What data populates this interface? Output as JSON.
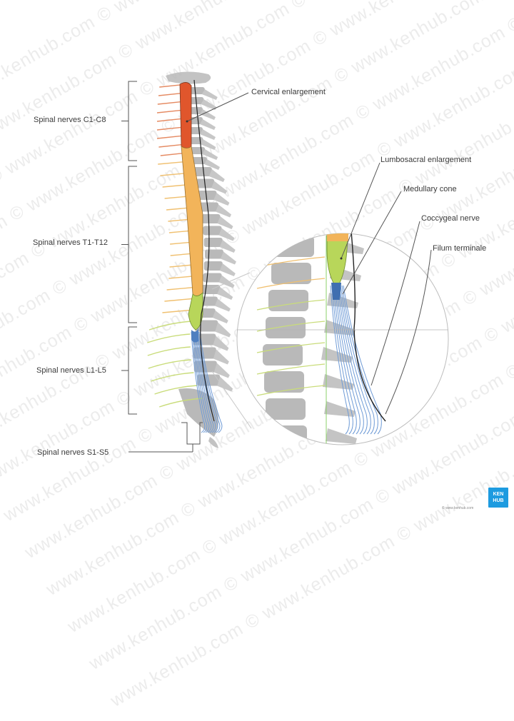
{
  "watermark": {
    "text": "www.kenhub.com © www.kenhub.com © www.kenhub.com © www.kenhub.com © www.kenhub.com ©"
  },
  "regions": [
    {
      "label": "Spinal nerves C1-C8"
    },
    {
      "label": "Spinal nerves T1-T12"
    },
    {
      "label": "Spinal nerves L1-L5"
    },
    {
      "label": "Spinal nerves S1-S5"
    }
  ],
  "callouts": [
    {
      "label": "Cervical enlargement"
    },
    {
      "label": "Lumbosacral enlargement"
    },
    {
      "label": "Medullary cone"
    },
    {
      "label": "Coccygeal nerve"
    },
    {
      "label": "Filum terminale"
    }
  ],
  "colors": {
    "cervical": "#e0562c",
    "thoracic": "#f2b45a",
    "lumbar": "#b8d65a",
    "sacral": "#6f9bd6",
    "vertebra": "#b9b9b9",
    "nerve_cervical": "#e58a62",
    "nerve_thoracic": "#f0c070",
    "nerve_lumbar": "#c9dc7a",
    "brand": "#1d9be0"
  },
  "brand": {
    "logo_line1": "KEN",
    "logo_line2": "HUB",
    "credit": "© www.kenhub.com"
  }
}
